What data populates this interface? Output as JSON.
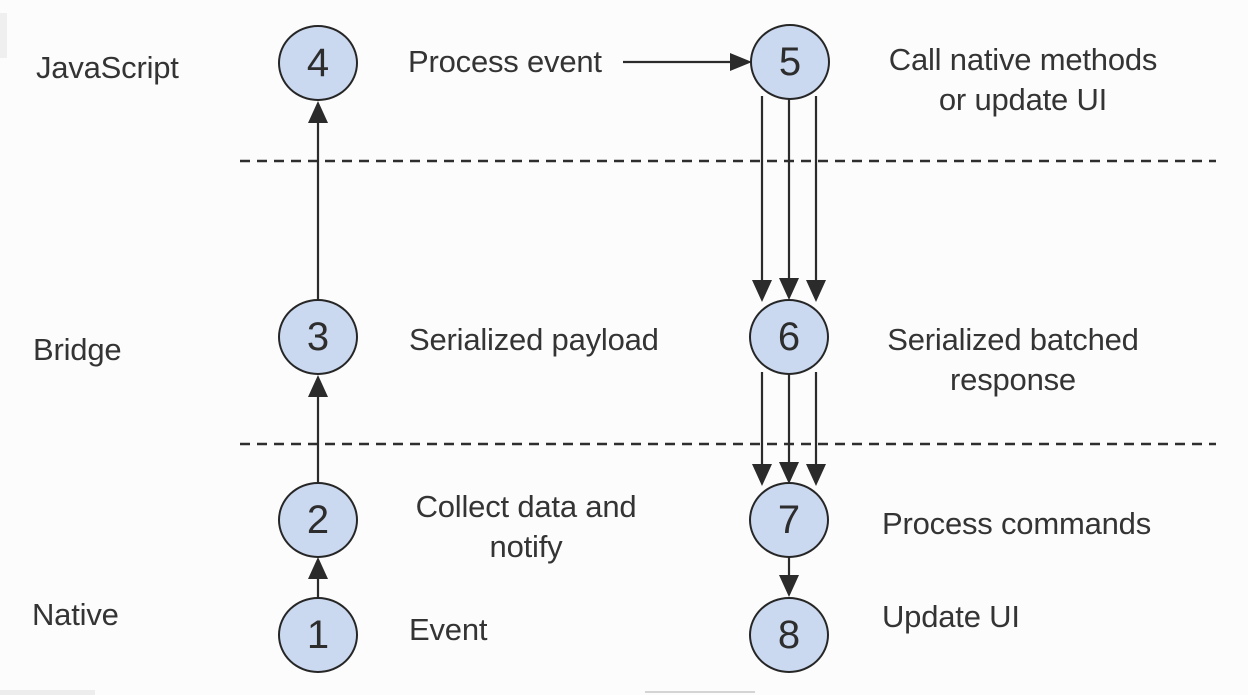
{
  "colors": {
    "node_fill": "#cbd9f0",
    "node_stroke": "#262626",
    "connector": "#2b2b2b",
    "text": "#343434",
    "background": "#fcfcfc"
  },
  "layers": {
    "javascript": "JavaScript",
    "bridge": "Bridge",
    "native": "Native"
  },
  "nodes": {
    "n1": {
      "number": "1",
      "label": "Event"
    },
    "n2": {
      "number": "2",
      "label": "Collect data and\nnotify"
    },
    "n3": {
      "number": "3",
      "label": "Serialized payload"
    },
    "n4": {
      "number": "4",
      "label": "Process event"
    },
    "n5": {
      "number": "5",
      "label": "Call native methods\nor update UI"
    },
    "n6": {
      "number": "6",
      "label": "Serialized batched\nresponse"
    },
    "n7": {
      "number": "7",
      "label": "Process commands"
    },
    "n8": {
      "number": "8",
      "label": "Update UI"
    }
  }
}
